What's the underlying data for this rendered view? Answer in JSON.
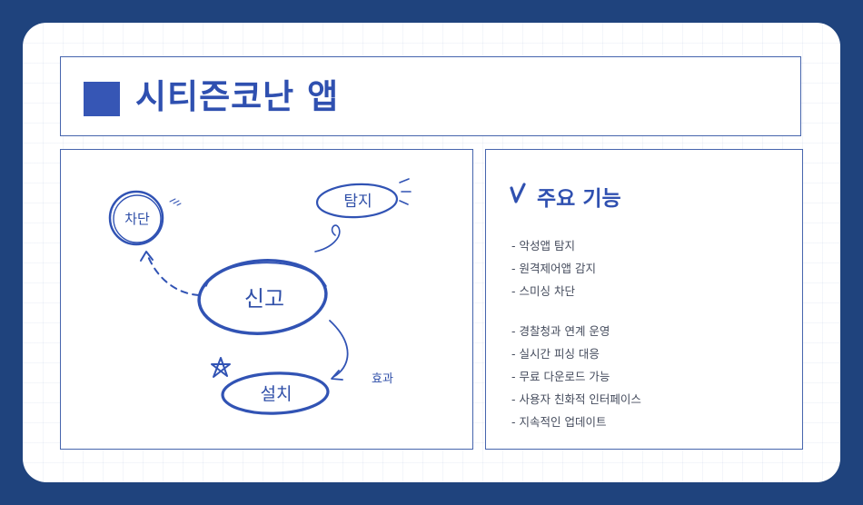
{
  "title": "시티즌코난 앱",
  "features": {
    "heading": "주요 기능",
    "group1": [
      "- 악성앱 탐지",
      "- 원격제어앱 감지",
      "- 스미싱 차단"
    ],
    "group2": [
      "- 경찰청과 연계 운영",
      "- 실시간 피싱 대응",
      "- 무료 다운로드 가능",
      "- 사용자 친화적 인터페이스",
      "- 지속적인 업데이트"
    ]
  },
  "diagram": {
    "center": "신고",
    "block": "차단",
    "detect": "탐지",
    "install": "설치",
    "effect": "효과"
  },
  "colors": {
    "background": "#1f437d",
    "accent": "#2f50b0",
    "ink": "#3153b4"
  }
}
